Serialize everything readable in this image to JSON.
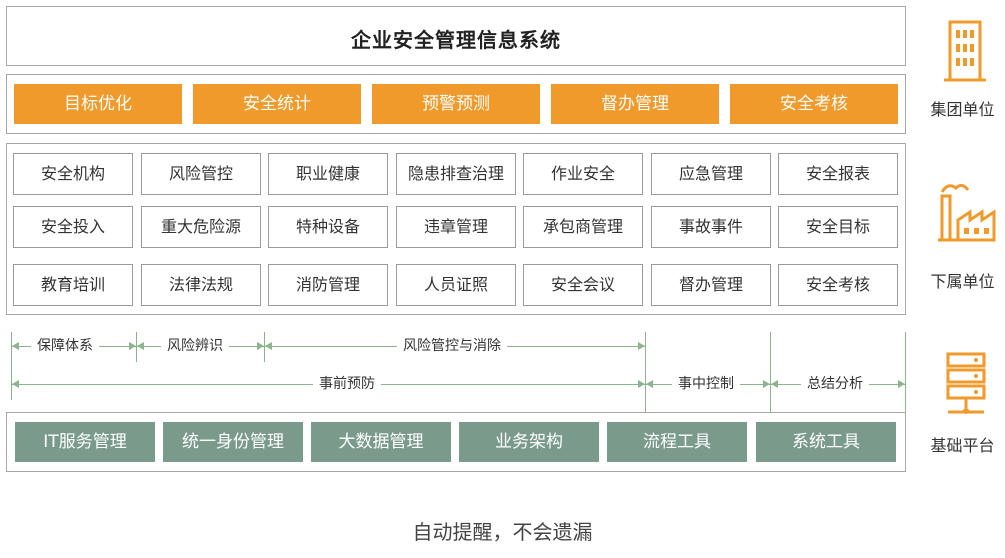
{
  "title": "企业安全管理信息系统",
  "top_row": [
    "目标优化",
    "安全统计",
    "预警预测",
    "督办管理",
    "安全考核"
  ],
  "modules": [
    [
      "安全机构",
      "风险管控",
      "职业健康",
      "隐患排查治理",
      "作业安全",
      "应急管理",
      "安全报表"
    ],
    [
      "安全投入",
      "重大危险源",
      "特种设备",
      "违章管理",
      "承包商管理",
      "事故事件",
      "安全目标"
    ],
    [
      "教育培训",
      "法律法规",
      "消防管理",
      "人员证照",
      "安全会议",
      "督办管理",
      "安全考核"
    ]
  ],
  "timeline": {
    "row1": [
      "保障体系",
      "风险辨识",
      "风险管控与消除"
    ],
    "row2": [
      "事前预防",
      "事中控制",
      "总结分析"
    ]
  },
  "base_row": [
    "IT服务管理",
    "统一身份管理",
    "大数据管理",
    "业务架构",
    "流程工具",
    "系统工具"
  ],
  "side": {
    "group_label": "集团单位",
    "sub_label": "下属单位",
    "base_label": "基础平台",
    "group_icon": "building-icon",
    "sub_icon": "factory-icon",
    "base_icon": "server-icon"
  },
  "footer": "自动提醒，不会遗漏",
  "colors": {
    "orange": "#ef9a2a",
    "green": "#7a9b8c",
    "line": "#8bb48f"
  }
}
